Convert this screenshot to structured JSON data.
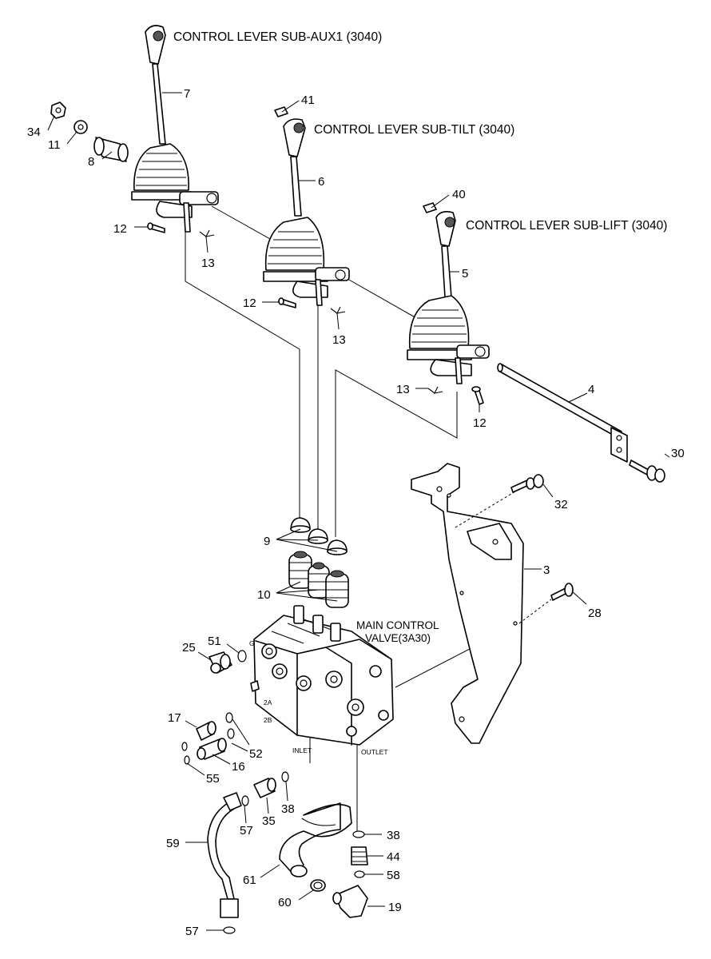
{
  "titles": {
    "aux1": "CONTROL LEVER SUB-AUX1 (3040)",
    "tilt": "CONTROL LEVER SUB-TILT (3040)",
    "lift": "CONTROL LEVER SUB-LIFT (3040)",
    "valve_line1": "MAIN CONTROL",
    "valve_line2": "VALVE(3A30)"
  },
  "port_labels": {
    "inlet": "INLET",
    "outlet": "OUTLET",
    "port_2a": "2A",
    "port_2b": "2B",
    "port_g": "G"
  },
  "callouts": {
    "c7": "7",
    "c34": "34",
    "c11": "11",
    "c8": "8",
    "c12a": "12",
    "c13a": "13",
    "c41": "41",
    "c6": "6",
    "c12b": "12",
    "c13b": "13",
    "c40": "40",
    "c5": "5",
    "c13c": "13",
    "c12c": "12",
    "c4": "4",
    "c30": "30",
    "c32": "32",
    "c3": "3",
    "c28": "28",
    "c9": "9",
    "c10": "10",
    "c25": "25",
    "c51": "51",
    "c17": "17",
    "c52": "52",
    "c16": "16",
    "c55": "55",
    "c57a": "57",
    "c35": "35",
    "c38a": "38",
    "c59": "59",
    "c61": "61",
    "c60": "60",
    "c38b": "38",
    "c44": "44",
    "c58": "58",
    "c19": "19",
    "c57b": "57"
  }
}
